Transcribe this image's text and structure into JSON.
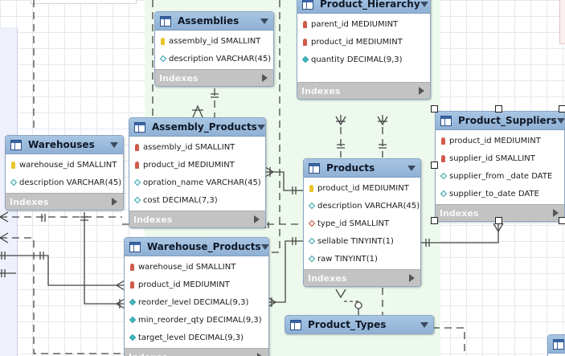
{
  "colors": {
    "canvas": "#ffffff",
    "grid": "#e6e8ef",
    "region_green": "#eef9ee",
    "region_blue": "#eef0fb",
    "region_pink": "#fbeeee",
    "table_header": "#9bbbdd",
    "table_footer": "#c3c3c3",
    "connector": "#444444"
  },
  "footer_label": "Indexes",
  "tables": [
    {
      "id": "assemblies",
      "name": "Assemblies",
      "columns": [
        {
          "text": "assembly_id SMALLINT",
          "icon": "primary-key-icon"
        },
        {
          "text": "description VARCHAR(45)",
          "icon": "column-icon"
        }
      ]
    },
    {
      "id": "product-hierarchy",
      "name": "Product_Hierarchy",
      "columns": [
        {
          "text": "parent_id MEDIUMINT",
          "icon": "primary-foreign-key-icon"
        },
        {
          "text": "product_id MEDIUMINT",
          "icon": "primary-foreign-key-icon"
        },
        {
          "text": "quantity DECIMAL(9,3)",
          "icon": "not-null-column-icon"
        }
      ]
    },
    {
      "id": "assembly-products",
      "name": "Assembly_Products",
      "columns": [
        {
          "text": "assembly_id SMALLINT",
          "icon": "primary-foreign-key-icon"
        },
        {
          "text": "product_id MEDIUMINT",
          "icon": "primary-foreign-key-icon"
        },
        {
          "text": "opration_name VARCHAR(45)",
          "icon": "column-icon"
        },
        {
          "text": "cost DECIMAL(7,3)",
          "icon": "column-icon"
        }
      ]
    },
    {
      "id": "warehouses",
      "name": "Warehouses",
      "columns": [
        {
          "text": "warehouse_id SMALLINT",
          "icon": "primary-key-icon"
        },
        {
          "text": "description VARCHAR(45)",
          "icon": "column-icon"
        }
      ]
    },
    {
      "id": "products",
      "name": "Products",
      "columns": [
        {
          "text": "product_id MEDIUMINT",
          "icon": "primary-key-icon"
        },
        {
          "text": "description VARCHAR(45)",
          "icon": "column-icon"
        },
        {
          "text": "type_id SMALLINT",
          "icon": "foreign-key-column-icon"
        },
        {
          "text": "sellable TINYINT(1)",
          "icon": "column-icon"
        },
        {
          "text": "raw TINYINT(1)",
          "icon": "column-icon"
        }
      ]
    },
    {
      "id": "product-suppliers",
      "name": "Product_Suppliers",
      "columns": [
        {
          "text": "product_id MEDIUMINT",
          "icon": "primary-foreign-key-icon"
        },
        {
          "text": "supplier_id SMALLINT",
          "icon": "primary-foreign-key-icon"
        },
        {
          "text": "supplier_from _date DATE",
          "icon": "column-icon"
        },
        {
          "text": "supplier_to_date DATE",
          "icon": "column-icon"
        }
      ]
    },
    {
      "id": "warehouse-products",
      "name": "Warehouse_Products",
      "columns": [
        {
          "text": "warehouse_id SMALLINT",
          "icon": "primary-foreign-key-icon"
        },
        {
          "text": "product_id MEDIUMINT",
          "icon": "primary-foreign-key-icon"
        },
        {
          "text": "reorder_level DECIMAL(9,3)",
          "icon": "not-null-column-icon"
        },
        {
          "text": "min_reorder_qty DECIMAL(9,3)",
          "icon": "not-null-column-icon"
        },
        {
          "text": "target_level DECIMAL(9,3)",
          "icon": "not-null-column-icon"
        }
      ]
    },
    {
      "id": "product-types",
      "name": "Product_Types",
      "columns": []
    }
  ]
}
